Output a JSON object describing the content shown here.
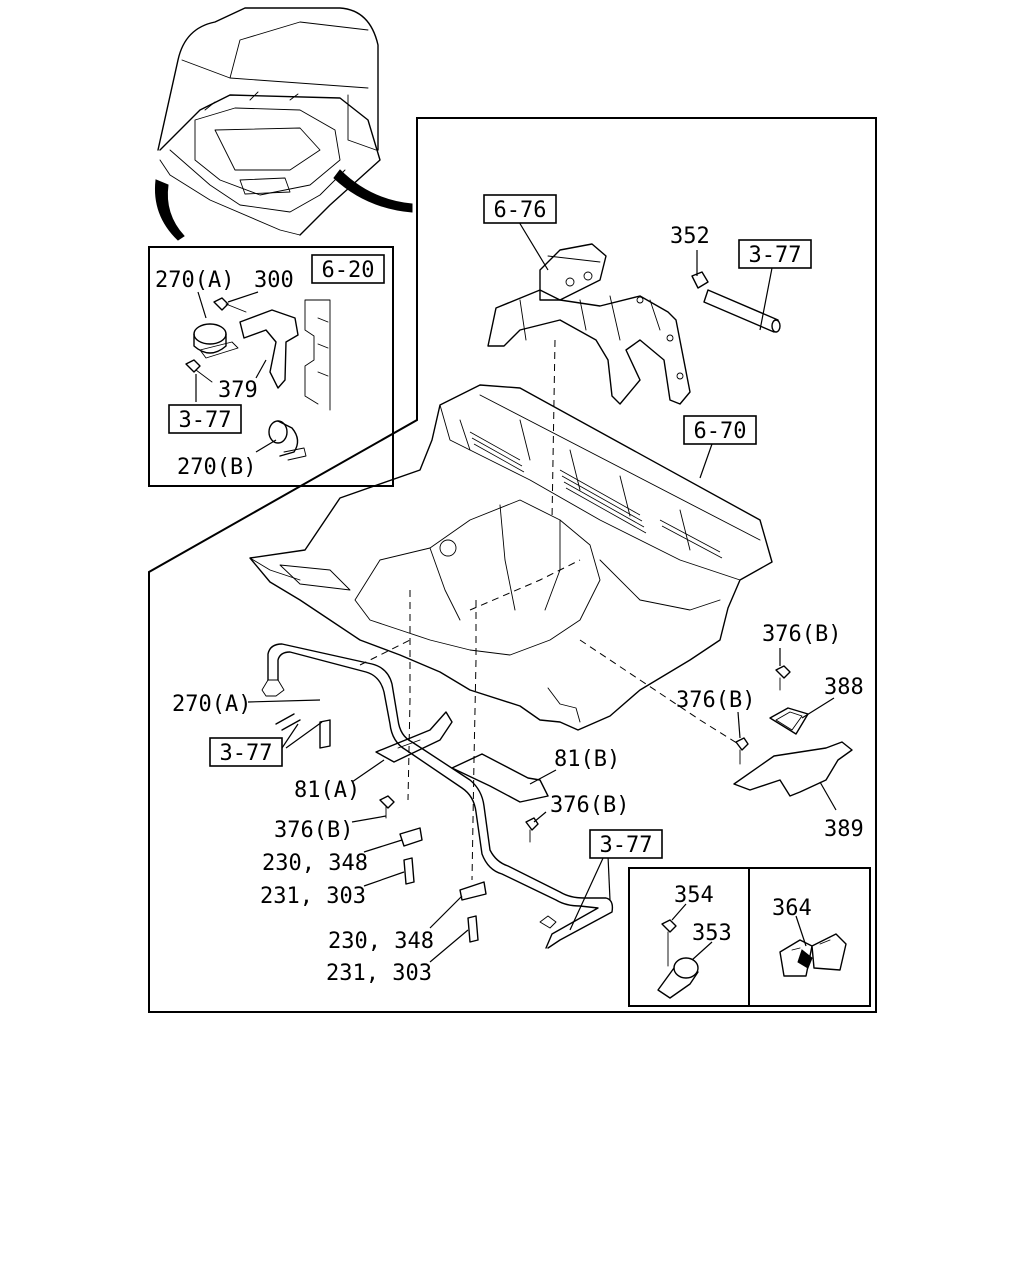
{
  "labels": {
    "ref_6_76": "6-76",
    "ref_3_77_top": "3-77",
    "ref_6_20": "6-20",
    "ref_3_77_inset": "3-77",
    "ref_6_70": "6-70",
    "ref_3_77_left": "3-77",
    "ref_3_77_bottom": "3-77",
    "p352": "352",
    "p270a_inset": "270(A)",
    "p300": "300",
    "p379": "379",
    "p270b": "270(B)",
    "p376b_1": "376(B)",
    "p388": "388",
    "p376b_2": "376(B)",
    "p389": "389",
    "p270a_main": "270(A)",
    "p81b": "81(B)",
    "p81a": "81(A)",
    "p376b_3": "376(B)",
    "p376b_4": "376(B)",
    "p230_348_a": "230, 348",
    "p231_303_a": "231, 303",
    "p230_348_b": "230, 348",
    "p231_303_b": "231, 303",
    "p354": "354",
    "p353": "353",
    "p364": "364"
  }
}
